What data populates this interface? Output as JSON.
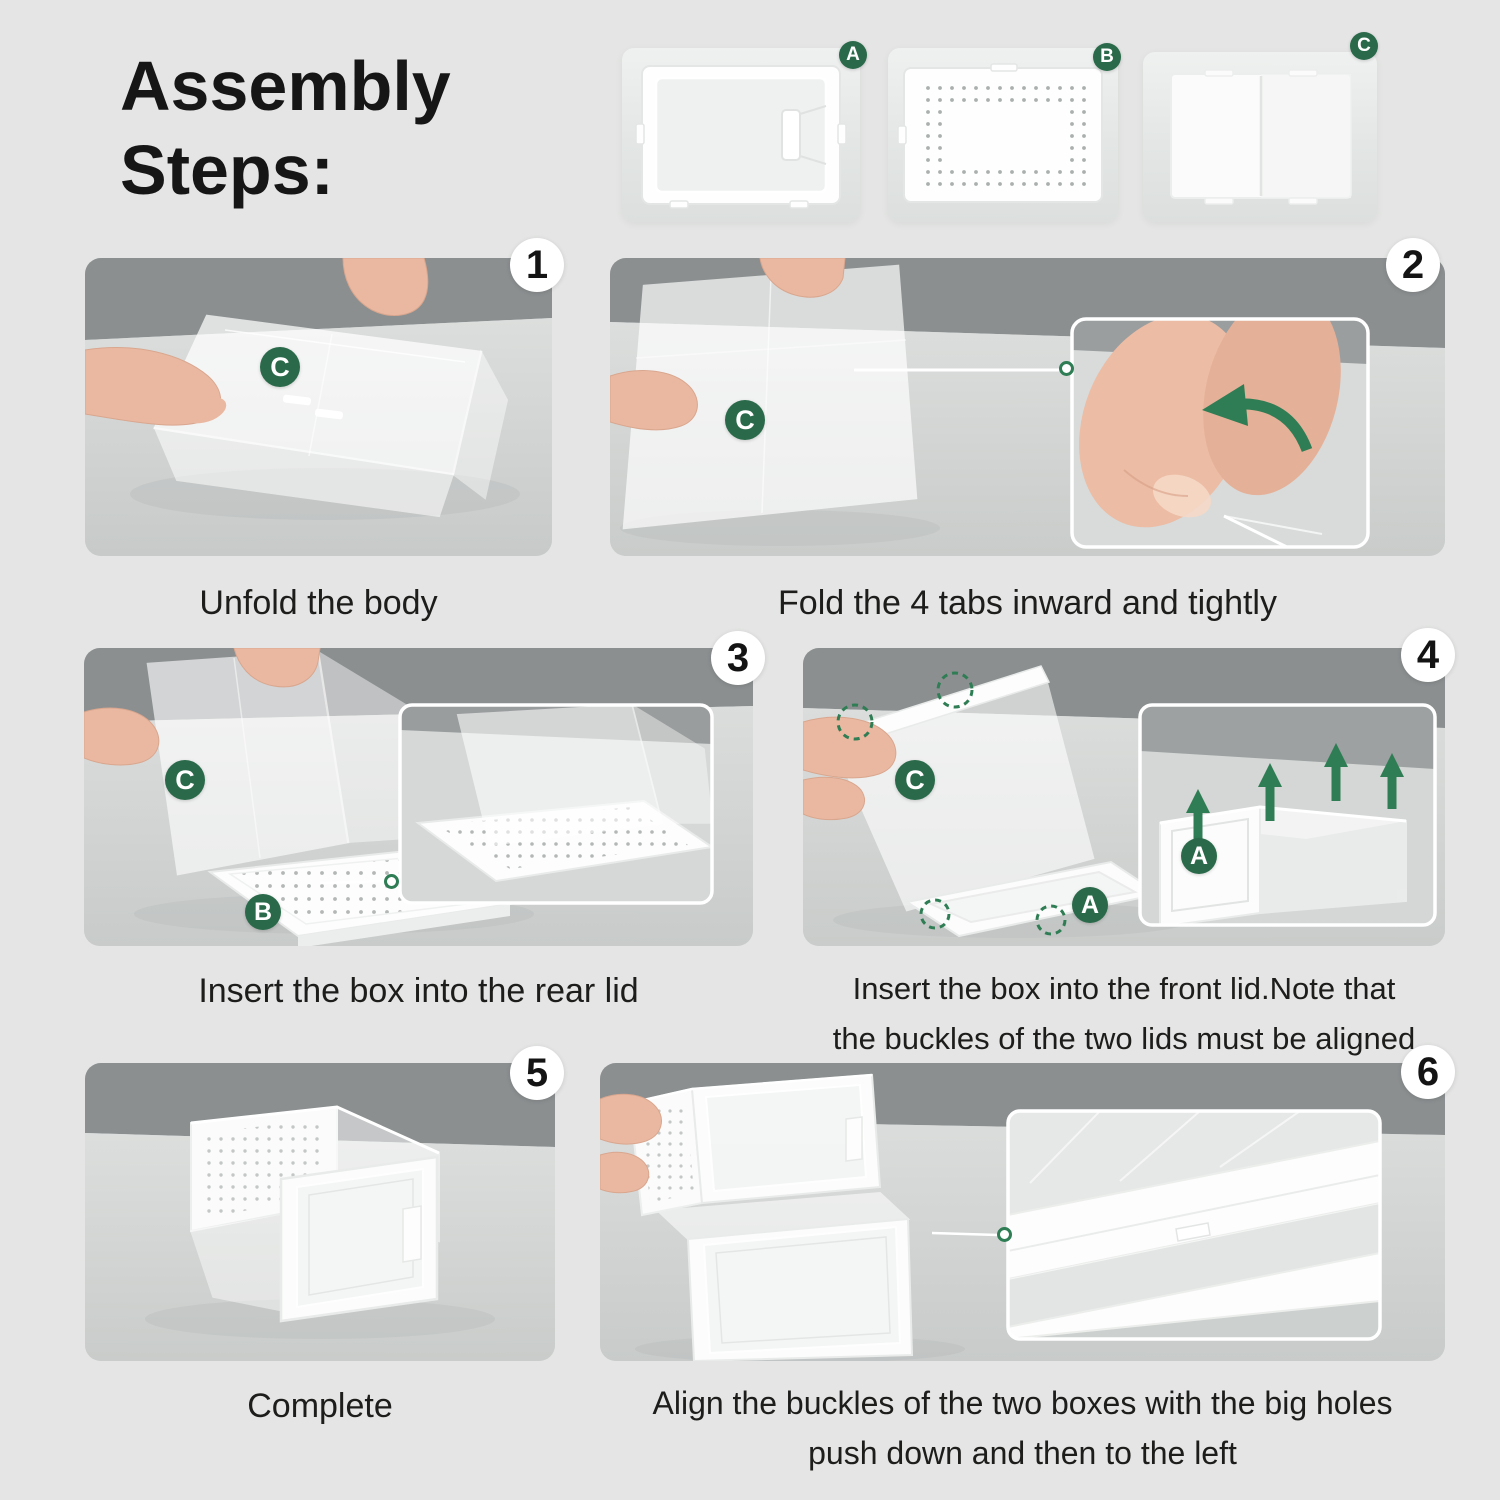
{
  "page": {
    "background": "#e4e5e4",
    "accent_green": "#2a6a4a",
    "arrow_green": "#2f7d54"
  },
  "header": {
    "title_lines": [
      "Assembly",
      "Steps:"
    ]
  },
  "parts": [
    {
      "label": "A"
    },
    {
      "label": "B"
    },
    {
      "label": "C"
    }
  ],
  "steps": [
    {
      "number": "1",
      "caption_lines": [
        "Unfold the body"
      ],
      "part_badges": [
        {
          "label": "C"
        }
      ]
    },
    {
      "number": "2",
      "caption_lines": [
        "Fold the 4 tabs inward and tightly"
      ],
      "part_badges": [
        {
          "label": "C"
        }
      ]
    },
    {
      "number": "3",
      "caption_lines": [
        "Insert the box into the rear lid"
      ],
      "part_badges": [
        {
          "label": "C"
        },
        {
          "label": "B"
        }
      ]
    },
    {
      "number": "4",
      "caption_lines": [
        "Insert the box into the front lid.Note that",
        "the buckles of the two lids must be aligned"
      ],
      "part_badges": [
        {
          "label": "C"
        },
        {
          "label": "A"
        },
        {
          "label": "A"
        }
      ]
    },
    {
      "number": "5",
      "caption_lines": [
        "Complete"
      ],
      "part_badges": []
    },
    {
      "number": "6",
      "caption_lines": [
        "Align the buckles of the two boxes with the big holes",
        "push down and then to the left"
      ],
      "part_badges": []
    }
  ]
}
